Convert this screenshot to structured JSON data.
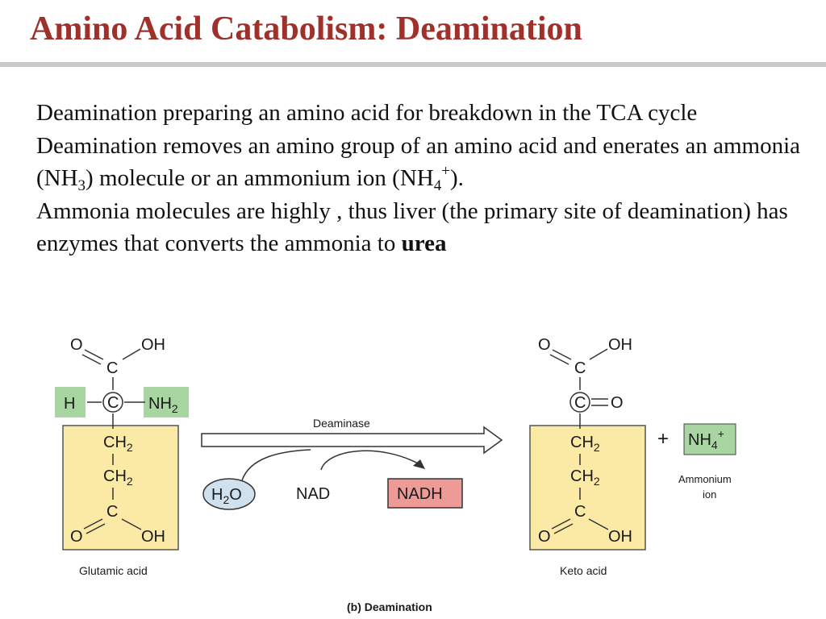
{
  "slide": {
    "title": "Amino Acid Catabolism: Deamination"
  },
  "body": {
    "para1": "Deamination preparing an amino acid for breakdown in the TCA cycle",
    "para2_a": "Deamination removes an amino group of an amino acid and enerates an ammonia (NH",
    "para2_sub1": "3",
    "para2_b": ") molecule or an ammonium ion (NH",
    "para2_sub2": "4",
    "para2_sup2": "+",
    "para2_c": ").",
    "para3_a": "Ammonia molecules are highly , thus liver (the primary site of deamination) has enzymes that converts the ammonia to ",
    "para3_bold": "urea"
  },
  "diagram": {
    "glutamic": {
      "o_top": "O",
      "oh_top": "OH",
      "c_top": "C",
      "h": "H",
      "c_alpha": "C",
      "nh": "NH",
      "nh_sub": "2",
      "ch2_1": "CH",
      "ch2_1_sub": "2",
      "ch2_2": "CH",
      "ch2_2_sub": "2",
      "c_bottom": "C",
      "o_bottom": "O",
      "oh_bottom": "OH",
      "caption": "Glutamic acid"
    },
    "reaction": {
      "enzyme": "Deaminase",
      "water": "H",
      "water_sub": "2",
      "water_o": "O",
      "nad": "NAD",
      "nadh": "NADH"
    },
    "keto": {
      "o_top": "O",
      "oh_top": "OH",
      "c_top": "C",
      "c_alpha": "C",
      "o_keto": "O",
      "ch2_1": "CH",
      "ch2_1_sub": "2",
      "ch2_2": "CH",
      "ch2_2_sub": "2",
      "c_bottom": "C",
      "o_bottom": "O",
      "oh_bottom": "OH",
      "caption": "Keto acid"
    },
    "ammonium": {
      "plus": "+",
      "nh": "NH",
      "sub": "4",
      "sup": "+",
      "label_line1": "Ammonium",
      "label_line2": "ion"
    },
    "figure_label": "(b) Deamination"
  },
  "colors": {
    "title": "#a0302a",
    "yellow_box": "#fbe9a6",
    "green_box": "#a8d5a2",
    "nadh_box": "#ee9a96",
    "water_ellipse": "#cfe0ee"
  }
}
